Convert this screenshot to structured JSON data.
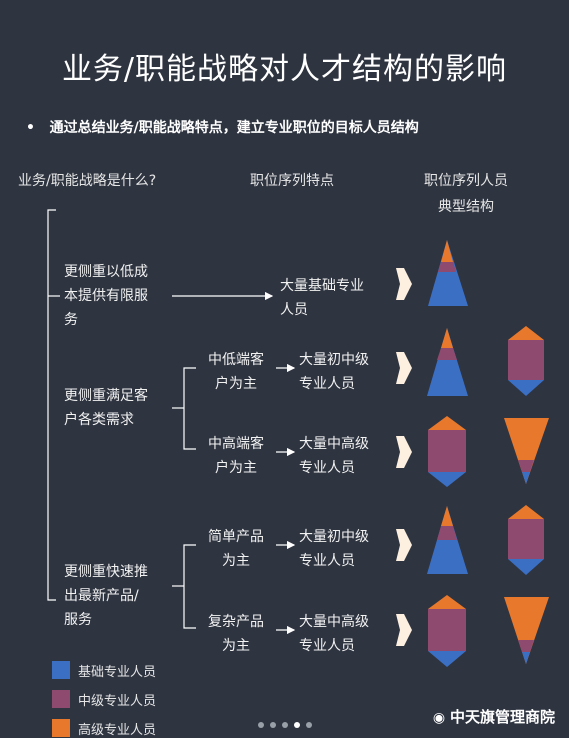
{
  "title": "业务/职能战略对人才结构的影响",
  "bullet": "通过总结业务/职能战略特点，建立专业职位的目标人员结构",
  "columns": {
    "strategy": "业务/职能战略是什么?",
    "features": "职位序列特点",
    "structure_line1": "职位序列人员",
    "structure_line2": "典型结构"
  },
  "strategies": [
    {
      "lines": [
        "更侧重以低成",
        "本提供有限服",
        "务"
      ]
    },
    {
      "lines": [
        "更侧重满足客",
        "户各类需求"
      ]
    },
    {
      "lines": [
        "更侧重快速推",
        "出最新产品/",
        "服务"
      ]
    }
  ],
  "sub_branches": [
    {
      "lines": [
        "中低端客",
        "户为主"
      ]
    },
    {
      "lines": [
        "中高端客",
        "户为主"
      ]
    },
    {
      "lines": [
        "简单产品",
        "为主"
      ]
    },
    {
      "lines": [
        "复杂产品",
        "为主"
      ]
    }
  ],
  "features": [
    {
      "lines": [
        "大量基础专业",
        "人员"
      ]
    },
    {
      "lines": [
        "大量初中级",
        "专业人员"
      ]
    },
    {
      "lines": [
        "大量中高级",
        "专业人员"
      ]
    },
    {
      "lines": [
        "大量初中级",
        "专业人员"
      ]
    },
    {
      "lines": [
        "大量中高级",
        "专业人员"
      ]
    }
  ],
  "legend": [
    {
      "label": "基础专业人员",
      "color": "#3b6fc4"
    },
    {
      "label": "中级专业人员",
      "color": "#8e4a6f"
    },
    {
      "label": "高级专业人员",
      "color": "#e8782c"
    }
  ],
  "watermark": "中天旗管理商院",
  "colors": {
    "background": "#2e3440",
    "basic": "#3b6fc4",
    "middle": "#8e4a6f",
    "senior": "#e8782c",
    "arrow": "#fdf0e0"
  }
}
